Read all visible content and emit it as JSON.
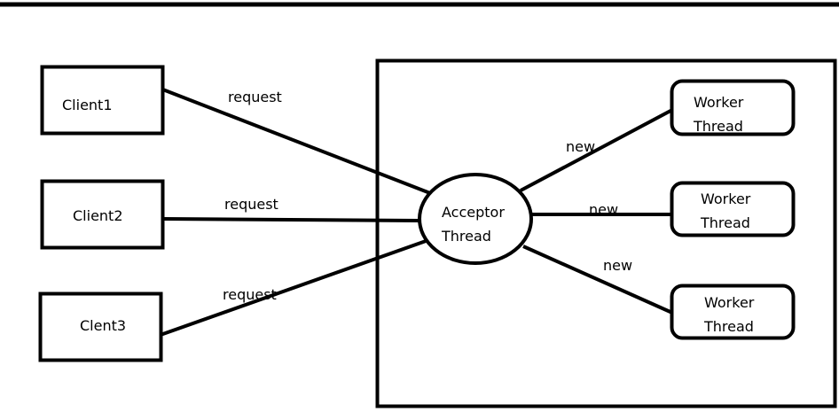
{
  "clients": [
    {
      "label": "Client1"
    },
    {
      "label": "Client2"
    },
    {
      "label": "Clent3"
    }
  ],
  "requests": [
    {
      "label": "request"
    },
    {
      "label": "request"
    },
    {
      "label": "request"
    }
  ],
  "acceptor": {
    "line1": "Acceptor",
    "line2": "Thread"
  },
  "workers": [
    {
      "line1": "Worker",
      "line2": "Thread"
    },
    {
      "line1": "Worker",
      "line2": "Thread"
    },
    {
      "line1": "Worker",
      "line2": "Thread"
    }
  ],
  "spawns": [
    {
      "label": "new"
    },
    {
      "label": "new"
    },
    {
      "label": "new"
    }
  ]
}
